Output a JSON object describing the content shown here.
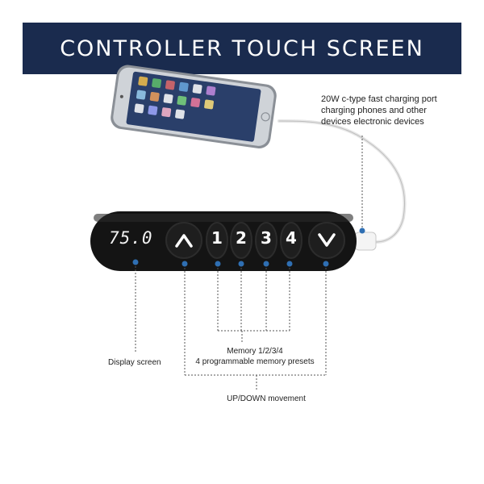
{
  "banner": {
    "title": "CONTROLLER TOUCH SCREEN"
  },
  "callouts": {
    "port": [
      "20W c-type fast charging port",
      "charging phones and other",
      "devices electronic devices"
    ],
    "display": "Display screen",
    "memory": [
      "Memory 1/2/3/4",
      "4 programmable memory presets"
    ],
    "updown": "UP/DOWN movement"
  },
  "controller": {
    "display_value": "75.0",
    "memory_buttons": [
      "1",
      "2",
      "3",
      "4"
    ]
  },
  "colors": {
    "banner": "#1a2b4e",
    "controller_body": "#141414",
    "marker": "#2f6fb3"
  },
  "icons": [
    "chevron-up-icon",
    "chevron-down-icon"
  ]
}
